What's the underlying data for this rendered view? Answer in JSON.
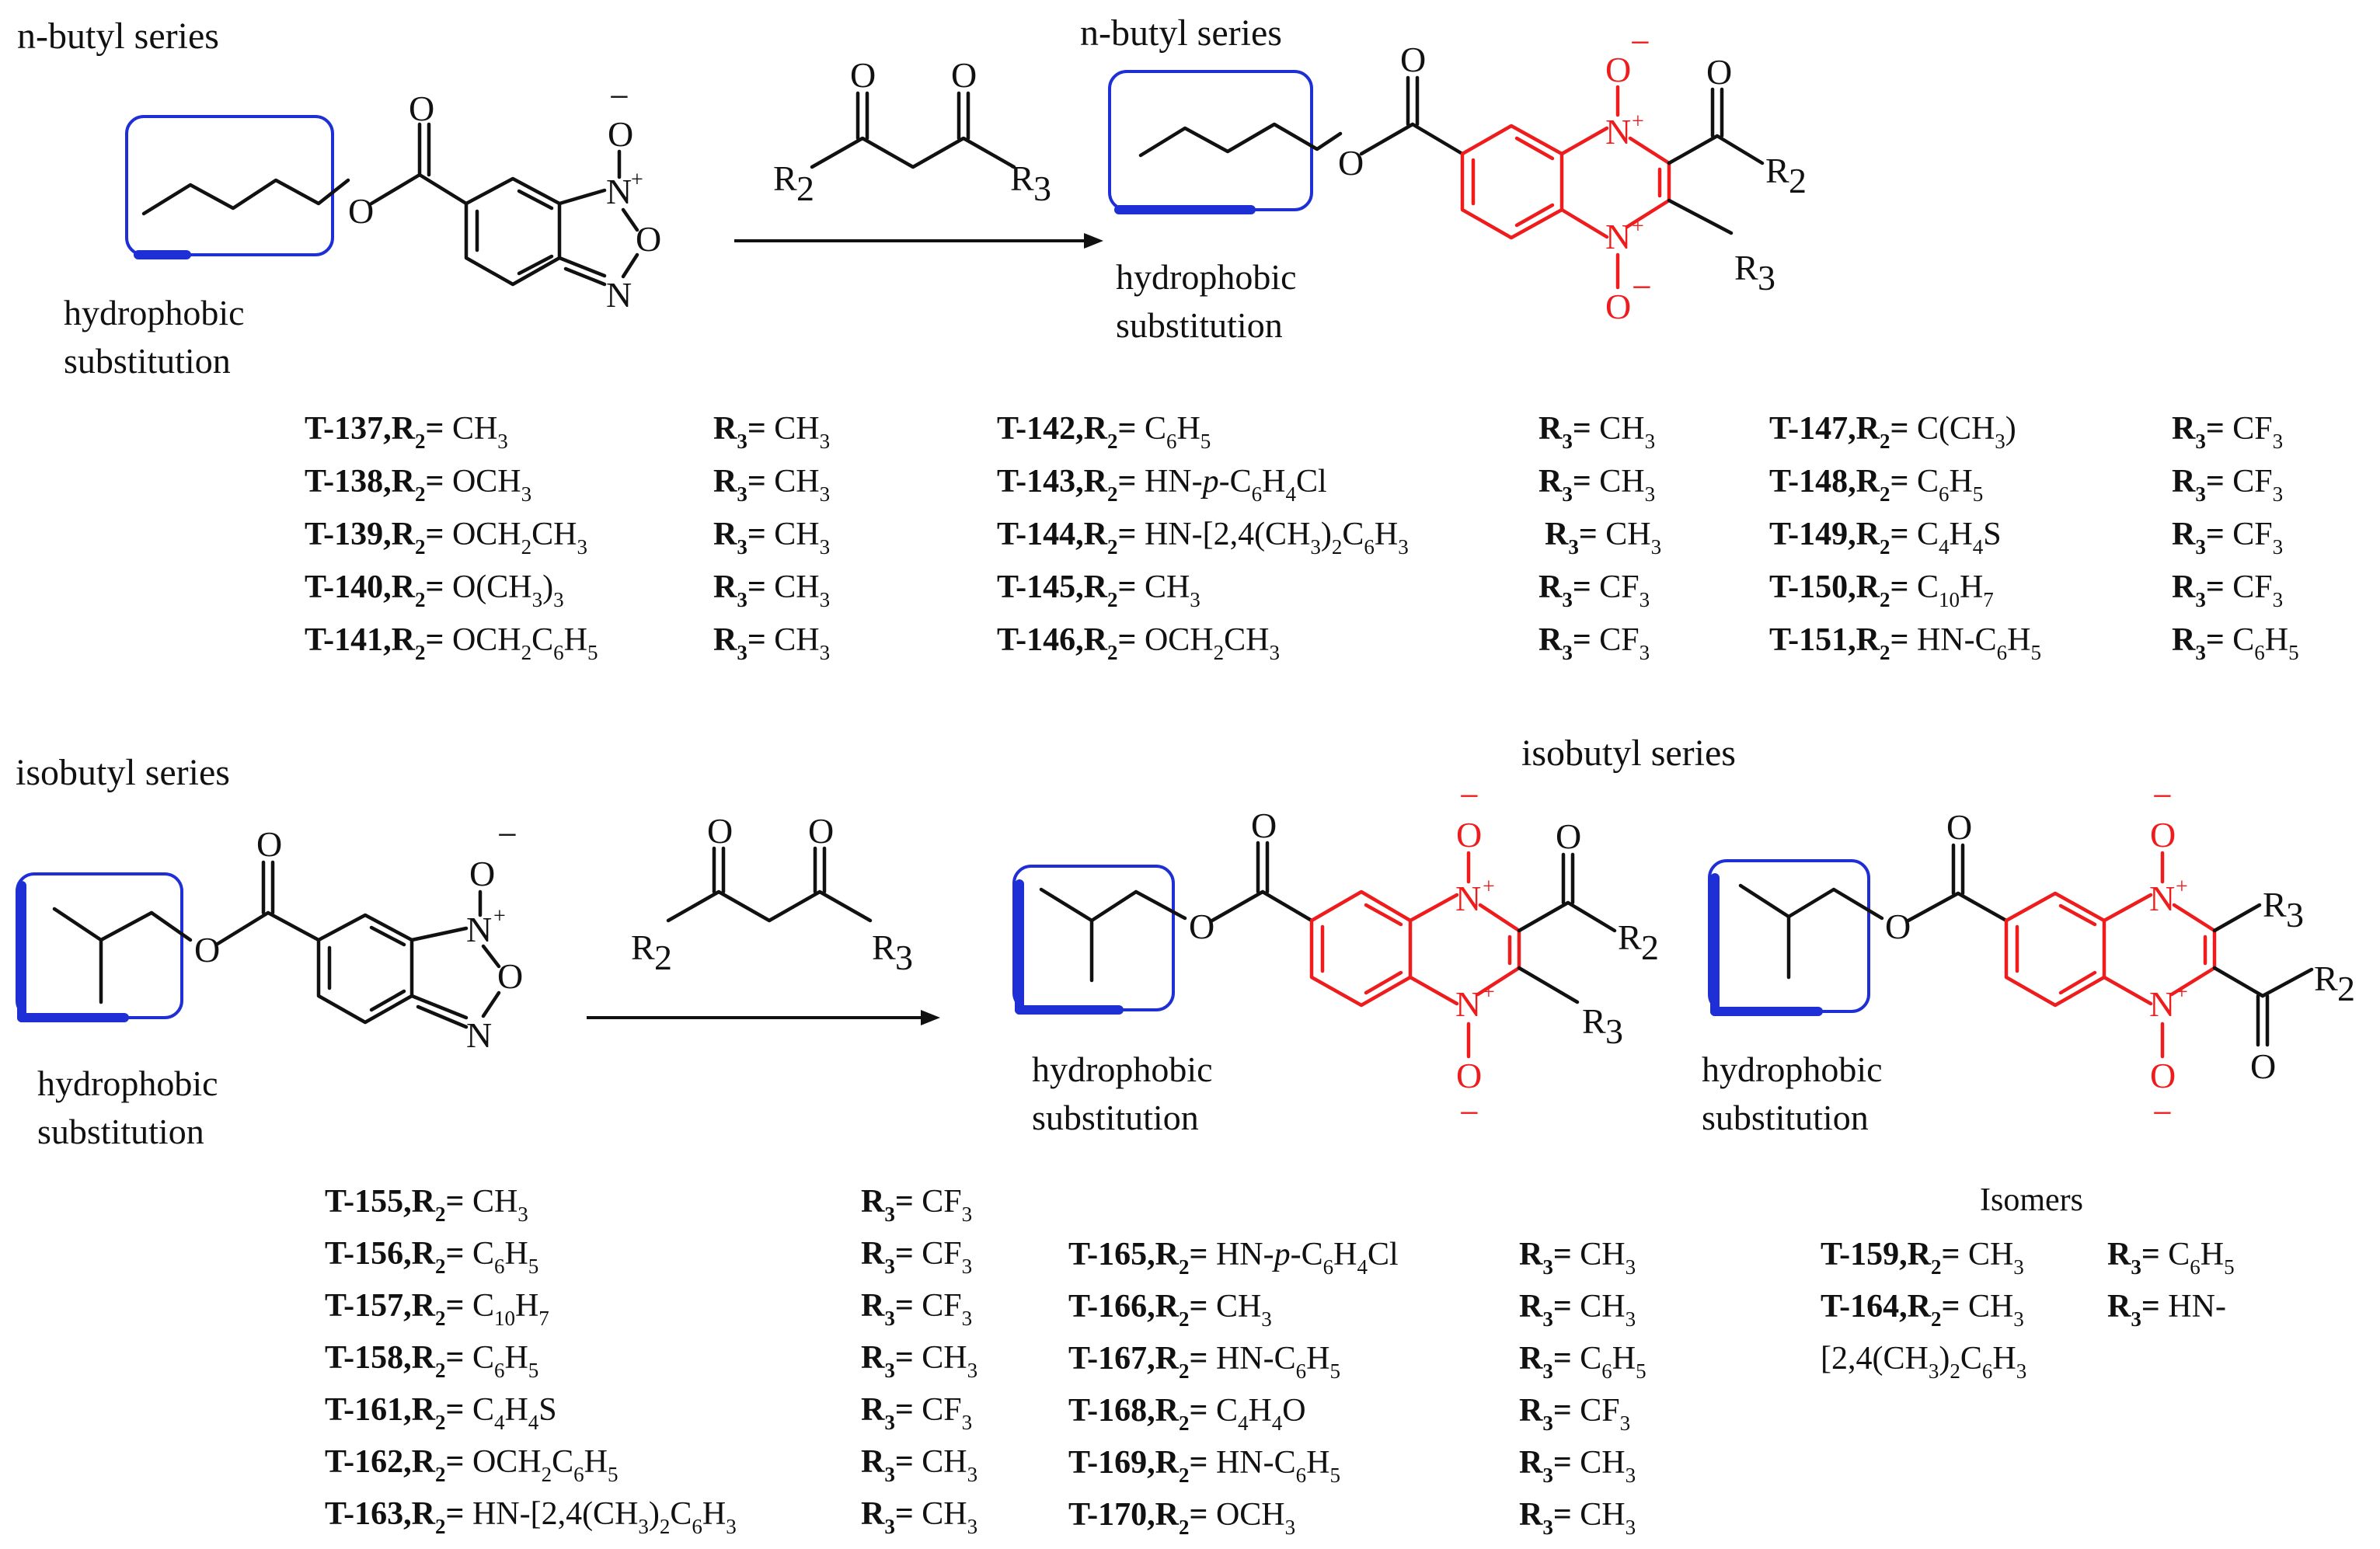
{
  "top": {
    "start_series": "n-butyl series",
    "product_series": "n-butyl series",
    "hydrophobic_start": [
      "hydrophobic",
      "substitution"
    ],
    "hydrophobic_product": [
      "hydrophobic",
      "substitution"
    ]
  },
  "bottom": {
    "start_series": "isobutyl series",
    "product_series": "isobutyl series",
    "hydrophobic_start": [
      "hydrophobic",
      "substitution"
    ],
    "hydrophobic_product1": [
      "hydrophobic",
      "substitution"
    ],
    "hydrophobic_product2": [
      "hydrophobic",
      "substitution"
    ],
    "isomers_title": "Isomers"
  },
  "atoms": {
    "O": "O",
    "N": "N",
    "R2": "R",
    "R3": "R",
    "sub2": "2",
    "sub3": "3",
    "plus": "+",
    "minus": "−"
  },
  "colors": {
    "box": "#1f2fd6",
    "quinoxaline": "#ee1c1c",
    "bond": "#111111"
  },
  "compounds_nbutyl": [
    [
      {
        "id": "T-137,",
        "r2": [
          [
            "CH",
            "n"
          ],
          [
            "3",
            "s"
          ]
        ],
        "r3": [
          [
            "CH",
            "n"
          ],
          [
            "3",
            "s"
          ]
        ]
      },
      {
        "id": "T-138,",
        "r2": [
          [
            "OCH",
            "n"
          ],
          [
            "3",
            "s"
          ]
        ],
        "r3": [
          [
            "CH",
            "n"
          ],
          [
            "3",
            "s"
          ]
        ]
      },
      {
        "id": "T-139,",
        "r2": [
          [
            "OCH",
            "n"
          ],
          [
            "2",
            "s"
          ],
          [
            "CH",
            "n"
          ],
          [
            "3",
            "s"
          ]
        ],
        "r3": [
          [
            "CH",
            "n"
          ],
          [
            "3",
            "s"
          ]
        ]
      },
      {
        "id": "T-140,",
        "r2": [
          [
            "O(CH",
            "n"
          ],
          [
            "3",
            "s"
          ],
          [
            ")",
            "n"
          ],
          [
            "3",
            "s"
          ]
        ],
        "r3": [
          [
            "CH",
            "n"
          ],
          [
            "3",
            "s"
          ]
        ]
      },
      {
        "id": "T-141,",
        "r2": [
          [
            "OCH",
            "n"
          ],
          [
            "2",
            "s"
          ],
          [
            "C",
            "n"
          ],
          [
            "6",
            "s"
          ],
          [
            "H",
            "n"
          ],
          [
            "5",
            "s"
          ]
        ],
        "r3": [
          [
            "CH",
            "n"
          ],
          [
            "3",
            "s"
          ]
        ]
      }
    ],
    [
      {
        "id": "T-142,",
        "r2": [
          [
            "C",
            "n"
          ],
          [
            "6",
            "s"
          ],
          [
            "H",
            "n"
          ],
          [
            "5",
            "s"
          ]
        ],
        "r3": [
          [
            "CH",
            "n"
          ],
          [
            "3",
            "s"
          ]
        ]
      },
      {
        "id": "T-143,",
        "r2": [
          [
            "HN-",
            "n"
          ],
          [
            "p",
            "i"
          ],
          [
            "-C",
            "n"
          ],
          [
            "6",
            "s"
          ],
          [
            "H",
            "n"
          ],
          [
            "4",
            "s"
          ],
          [
            "Cl",
            "n"
          ]
        ],
        "r3": [
          [
            "CH",
            "n"
          ],
          [
            "3",
            "s"
          ]
        ]
      },
      {
        "id": "T-144,",
        "r2": [
          [
            "HN-[2,4(CH",
            "n"
          ],
          [
            "3",
            "s"
          ],
          [
            ")",
            "n"
          ],
          [
            "2",
            "s"
          ],
          [
            "C",
            "n"
          ],
          [
            "6",
            "s"
          ],
          [
            "H",
            "n"
          ],
          [
            "3",
            "s"
          ]
        ],
        "r3": [
          [
            "CH",
            "n"
          ],
          [
            "3",
            "s"
          ]
        ]
      },
      {
        "id": "T-145,",
        "r2": [
          [
            "CH",
            "n"
          ],
          [
            "3",
            "s"
          ]
        ],
        "r3": [
          [
            "CF",
            "n"
          ],
          [
            "3",
            "s"
          ]
        ]
      },
      {
        "id": "T-146,",
        "r2": [
          [
            "OCH",
            "n"
          ],
          [
            "2",
            "s"
          ],
          [
            "CH",
            "n"
          ],
          [
            "3",
            "s"
          ]
        ],
        "r3": [
          [
            "CF",
            "n"
          ],
          [
            "3",
            "s"
          ]
        ]
      }
    ],
    [
      {
        "id": "T-147,",
        "r2": [
          [
            "C(CH",
            "n"
          ],
          [
            "3",
            "s"
          ],
          [
            ")",
            "n"
          ]
        ],
        "r3": [
          [
            "CF",
            "n"
          ],
          [
            "3",
            "s"
          ]
        ]
      },
      {
        "id": "T-148,",
        "r2": [
          [
            "C",
            "n"
          ],
          [
            "6",
            "s"
          ],
          [
            "H",
            "n"
          ],
          [
            "5",
            "s"
          ]
        ],
        "r3": [
          [
            "CF",
            "n"
          ],
          [
            "3",
            "s"
          ]
        ]
      },
      {
        "id": "T-149,",
        "r2": [
          [
            "C",
            "n"
          ],
          [
            "4",
            "s"
          ],
          [
            "H",
            "n"
          ],
          [
            "4",
            "s"
          ],
          [
            "S",
            "n"
          ]
        ],
        "r3": [
          [
            "CF",
            "n"
          ],
          [
            "3",
            "s"
          ]
        ]
      },
      {
        "id": "T-150,",
        "r2": [
          [
            "C",
            "n"
          ],
          [
            "10",
            "s"
          ],
          [
            "H",
            "n"
          ],
          [
            "7",
            "s"
          ]
        ],
        "r3": [
          [
            "CF",
            "n"
          ],
          [
            "3",
            "s"
          ]
        ]
      },
      {
        "id": "T-151,",
        "r2": [
          [
            "HN-C",
            "n"
          ],
          [
            "6",
            "s"
          ],
          [
            "H",
            "n"
          ],
          [
            "5",
            "s"
          ]
        ],
        "r3": [
          [
            "C",
            "n"
          ],
          [
            "6",
            "s"
          ],
          [
            "H",
            "n"
          ],
          [
            "5",
            "s"
          ]
        ]
      }
    ]
  ],
  "compounds_isobutyl": [
    [
      {
        "id": "T-155,",
        "r2": [
          [
            "CH",
            "n"
          ],
          [
            "3",
            "s"
          ]
        ],
        "r3": [
          [
            "CF",
            "n"
          ],
          [
            "3",
            "s"
          ]
        ]
      },
      {
        "id": "T-156,",
        "r2": [
          [
            "C",
            "n"
          ],
          [
            "6",
            "s"
          ],
          [
            "H",
            "n"
          ],
          [
            "5",
            "s"
          ]
        ],
        "r3": [
          [
            "CF",
            "n"
          ],
          [
            "3",
            "s"
          ]
        ]
      },
      {
        "id": "T-157,",
        "r2": [
          [
            "C",
            "n"
          ],
          [
            "10",
            "s"
          ],
          [
            "H",
            "n"
          ],
          [
            "7",
            "s"
          ]
        ],
        "r3": [
          [
            "CF",
            "n"
          ],
          [
            "3",
            "s"
          ]
        ]
      },
      {
        "id": "T-158,",
        "r2": [
          [
            "C",
            "n"
          ],
          [
            "6",
            "s"
          ],
          [
            "H",
            "n"
          ],
          [
            "5",
            "s"
          ]
        ],
        "r3": [
          [
            "CH",
            "n"
          ],
          [
            "3",
            "s"
          ]
        ]
      },
      {
        "id": "T-161,",
        "r2": [
          [
            "C",
            "n"
          ],
          [
            "4",
            "s"
          ],
          [
            "H",
            "n"
          ],
          [
            "4",
            "s"
          ],
          [
            "S",
            "n"
          ]
        ],
        "r3": [
          [
            "CF",
            "n"
          ],
          [
            "3",
            "s"
          ]
        ]
      },
      {
        "id": "T-162,",
        "r2": [
          [
            "OCH",
            "n"
          ],
          [
            "2",
            "s"
          ],
          [
            "C",
            "n"
          ],
          [
            "6",
            "s"
          ],
          [
            "H",
            "n"
          ],
          [
            "5",
            "s"
          ]
        ],
        "r3": [
          [
            "CH",
            "n"
          ],
          [
            "3",
            "s"
          ]
        ]
      },
      {
        "id": "T-163,",
        "r2": [
          [
            "HN-[2,4(CH",
            "n"
          ],
          [
            "3",
            "s"
          ],
          [
            ")",
            "n"
          ],
          [
            "2",
            "s"
          ],
          [
            "C",
            "n"
          ],
          [
            "6",
            "s"
          ],
          [
            "H",
            "n"
          ],
          [
            "3",
            "s"
          ]
        ],
        "r3": [
          [
            "CH",
            "n"
          ],
          [
            "3",
            "s"
          ]
        ]
      }
    ],
    [
      {
        "id": "T-165,",
        "r2": [
          [
            "HN-",
            "n"
          ],
          [
            "p",
            "i"
          ],
          [
            "-C",
            "n"
          ],
          [
            "6",
            "s"
          ],
          [
            "H",
            "n"
          ],
          [
            "4",
            "s"
          ],
          [
            "Cl",
            "n"
          ]
        ],
        "r3": [
          [
            "CH",
            "n"
          ],
          [
            "3",
            "s"
          ]
        ]
      },
      {
        "id": "T-166,",
        "r2": [
          [
            "CH",
            "n"
          ],
          [
            "3",
            "s"
          ]
        ],
        "r3": [
          [
            "CH",
            "n"
          ],
          [
            "3",
            "s"
          ]
        ]
      },
      {
        "id": "T-167,",
        "r2": [
          [
            "HN-C",
            "n"
          ],
          [
            "6",
            "s"
          ],
          [
            "H",
            "n"
          ],
          [
            "5",
            "s"
          ]
        ],
        "r3": [
          [
            "C",
            "n"
          ],
          [
            "6",
            "s"
          ],
          [
            "H",
            "n"
          ],
          [
            "5",
            "s"
          ]
        ]
      },
      {
        "id": "T-168,",
        "r2": [
          [
            "C",
            "n"
          ],
          [
            "4",
            "s"
          ],
          [
            "H",
            "n"
          ],
          [
            "4",
            "s"
          ],
          [
            "O",
            "n"
          ]
        ],
        "r3": [
          [
            "CF",
            "n"
          ],
          [
            "3",
            "s"
          ]
        ]
      },
      {
        "id": "T-169,",
        "r2": [
          [
            "HN-C",
            "n"
          ],
          [
            "6",
            "s"
          ],
          [
            "H",
            "n"
          ],
          [
            "5",
            "s"
          ]
        ],
        "r3": [
          [
            "CH",
            "n"
          ],
          [
            "3",
            "s"
          ]
        ]
      },
      {
        "id": "T-170,",
        "r2": [
          [
            "OCH",
            "n"
          ],
          [
            "3",
            "s"
          ]
        ],
        "r3": [
          [
            "CH",
            "n"
          ],
          [
            "3",
            "s"
          ]
        ]
      }
    ]
  ],
  "compounds_isomers": [
    {
      "id": "T-159,",
      "r2": [
        [
          "CH",
          "n"
        ],
        [
          "3",
          "s"
        ]
      ],
      "r3": [
        [
          "C",
          "n"
        ],
        [
          "6",
          "s"
        ],
        [
          "H",
          "n"
        ],
        [
          "5",
          "s"
        ]
      ]
    },
    {
      "id": "T-164,",
      "r2": [
        [
          "CH",
          "n"
        ],
        [
          "3",
          "s"
        ]
      ],
      "r3": [
        [
          "HN-",
          "n"
        ]
      ]
    }
  ],
  "isomer_continuation": [
    [
      "[2,4(CH",
      "n"
    ],
    [
      "3",
      "s"
    ],
    [
      ")",
      "n"
    ],
    [
      "2",
      "s"
    ],
    [
      "C",
      "n"
    ],
    [
      "6",
      "s"
    ],
    [
      "H",
      "n"
    ],
    [
      "3",
      "s"
    ]
  ],
  "label_parts": {
    "r2_letter": "R",
    "r2_sub": "2",
    "r3_letter": "R",
    "r3_sub": "3",
    "eq": "= "
  }
}
